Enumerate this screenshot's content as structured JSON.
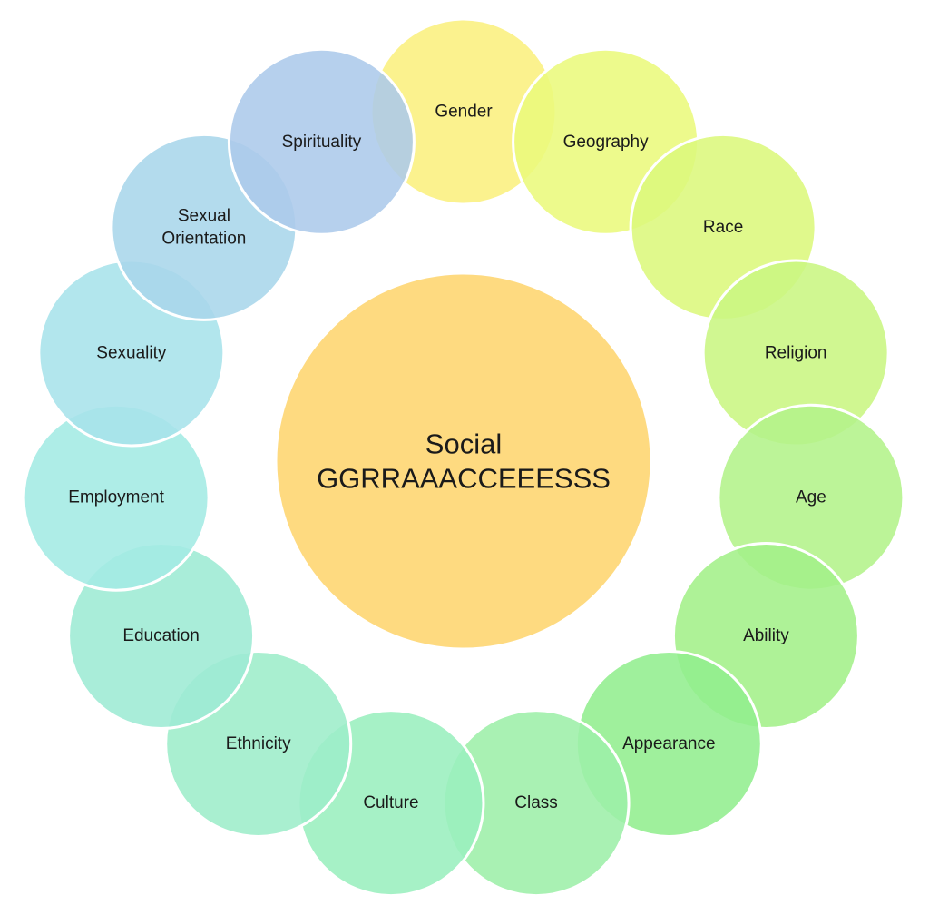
{
  "center": {
    "lines": [
      "Social",
      "GGRRAAACCEEESSS"
    ],
    "color": "#FEDA80"
  },
  "nodes": [
    {
      "id": "gender",
      "lines": [
        "Gender"
      ],
      "color": "#FAF07E"
    },
    {
      "id": "geography",
      "lines": [
        "Geography"
      ],
      "color": "#EAF97C"
    },
    {
      "id": "race",
      "lines": [
        "Race"
      ],
      "color": "#DCF87C"
    },
    {
      "id": "religion",
      "lines": [
        "Religion"
      ],
      "color": "#C9F682"
    },
    {
      "id": "age",
      "lines": [
        "Age"
      ],
      "color": "#B3F38A"
    },
    {
      "id": "ability",
      "lines": [
        "Ability"
      ],
      "color": "#A3F089"
    },
    {
      "id": "appearance",
      "lines": [
        "Appearance"
      ],
      "color": "#92EE8E"
    },
    {
      "id": "class",
      "lines": [
        "Class"
      ],
      "color": "#9DEFA8"
    },
    {
      "id": "culture",
      "lines": [
        "Culture"
      ],
      "color": "#9AEFBE"
    },
    {
      "id": "ethnicity",
      "lines": [
        "Ethnicity"
      ],
      "color": "#9DEDC9"
    },
    {
      "id": "education",
      "lines": [
        "Education"
      ],
      "color": "#9DEBD4"
    },
    {
      "id": "employment",
      "lines": [
        "Employment"
      ],
      "color": "#A3EBE4"
    },
    {
      "id": "sexuality",
      "lines": [
        "Sexuality"
      ],
      "color": "#A7E2EA"
    },
    {
      "id": "sexual-orientation",
      "lines": [
        "Sexual",
        "Orientation"
      ],
      "color": "#A9D6EA"
    },
    {
      "id": "spirituality",
      "lines": [
        "Spirituality"
      ],
      "color": "#ACC9EA"
    }
  ]
}
